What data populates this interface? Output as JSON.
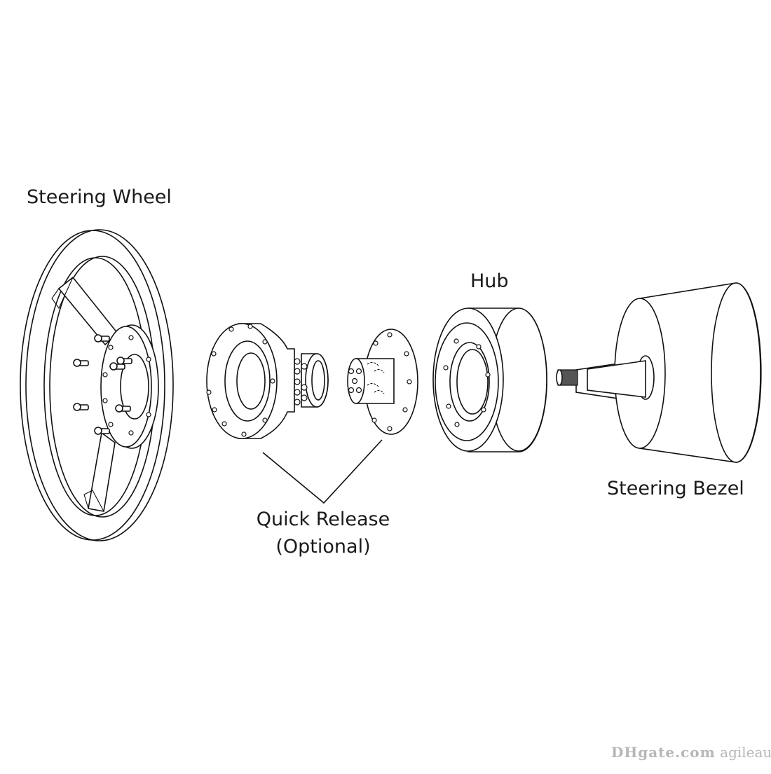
{
  "labels": {
    "steering_wheel": "Steering Wheel",
    "hub": "Hub",
    "steering_bezel": "Steering Bezel",
    "quick_release_line1": "Quick Release",
    "quick_release_line2": "(Optional)"
  },
  "watermark": {
    "brand": "DHgate.com",
    "seller": "agileauto"
  },
  "colors": {
    "line": "#111111",
    "background": "#ffffff",
    "watermark": "#b7b7b7"
  }
}
